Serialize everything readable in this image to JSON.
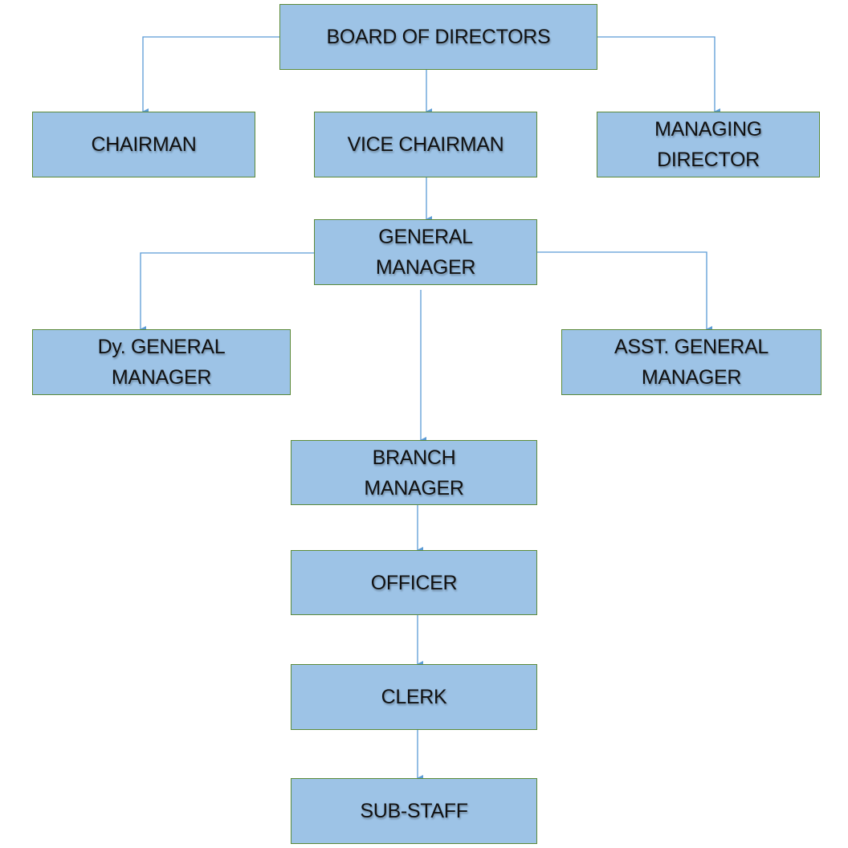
{
  "nodes": {
    "board": "BOARD OF DIRECTORS",
    "chairman": "CHAIRMAN",
    "vice_chairman": "VICE CHAIRMAN",
    "managing_director": "MANAGING\nDIRECTOR",
    "general_manager": "GENERAL\nMANAGER",
    "dy_general_manager": "Dy. GENERAL\nMANAGER",
    "asst_general_manager": "ASST. GENERAL\nMANAGER",
    "branch_manager": "BRANCH\nMANAGER",
    "officer": "OFFICER",
    "clerk": "CLERK",
    "sub_staff": "SUB-STAFF"
  },
  "colors": {
    "box_fill": "#9dc3e6",
    "box_border": "#5b8a3a",
    "connector": "#5b9bd5"
  }
}
